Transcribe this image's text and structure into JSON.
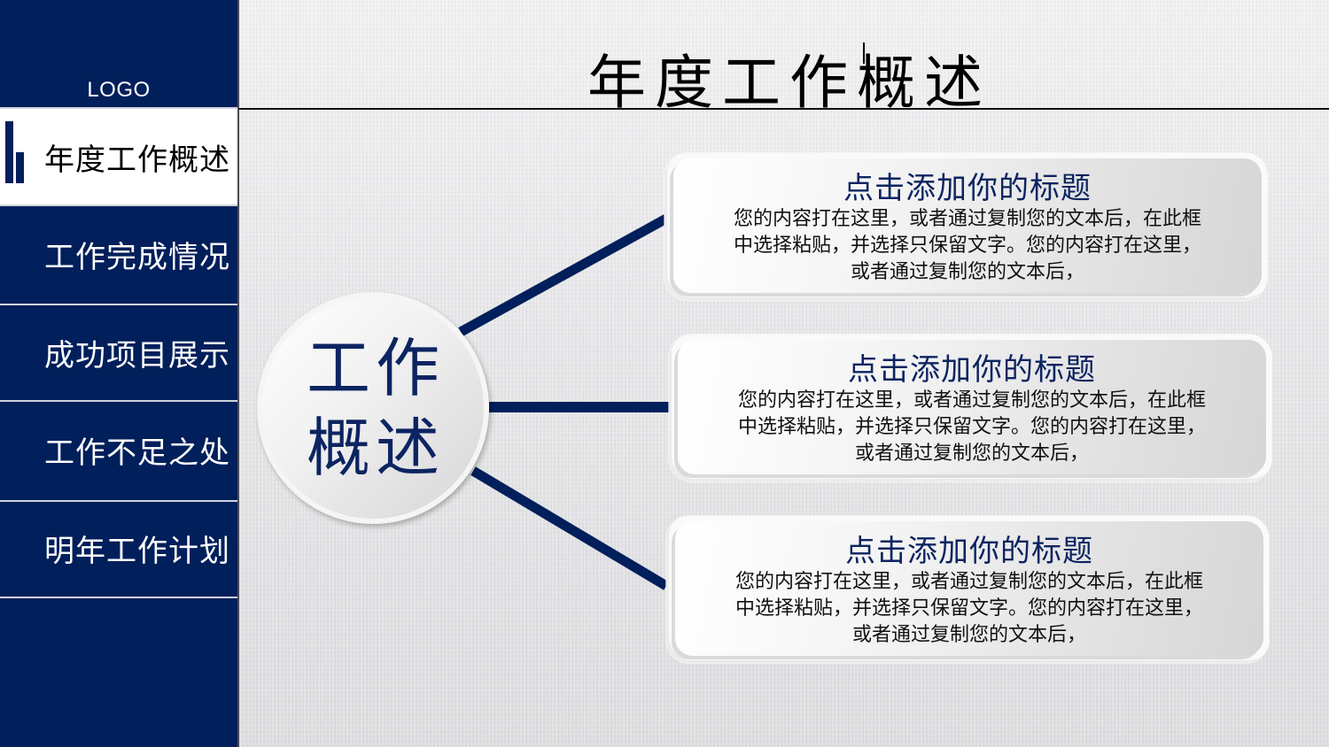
{
  "sidebar": {
    "logo": "LOGO",
    "items": [
      {
        "label": "年度工作概述",
        "active": true,
        "icon": "bar-chart-icon"
      },
      {
        "label": "工作完成情况",
        "active": false
      },
      {
        "label": "成功项目展示",
        "active": false
      },
      {
        "label": "工作不足之处",
        "active": false
      },
      {
        "label": "明年工作计划",
        "active": false
      }
    ]
  },
  "header": {
    "title": "年度工作概述"
  },
  "hub": {
    "line1": "工作",
    "line2": "概述"
  },
  "cards": [
    {
      "title": "点击添加你的标题",
      "body_lines": [
        "您的内容打在这里，或者通过复制您的文本后，在此框",
        "中选择粘贴，并选择只保留文字。您的内容打在这里，",
        "或者通过复制您的文本后，"
      ]
    },
    {
      "title": "点击添加你的标题",
      "body_lines": [
        "您的内容打在这里，或者通过复制您的文本后，在此框",
        "中选择粘贴，并选择只保留文字。您的内容打在这里，",
        "或者通过复制您的文本后，"
      ]
    },
    {
      "title": "点击添加你的标题",
      "body_lines": [
        "您的内容打在这里，或者通过复制您的文本后，在此框",
        "中选择粘贴，并选择只保留文字。您的内容打在这里，",
        "或者通过复制您的文本后，"
      ]
    }
  ],
  "colors": {
    "primary_navy": "#001f5b",
    "title_navy": "#0c2461",
    "background": "#e6e6e9",
    "active_item_bg": "#ffffff"
  }
}
